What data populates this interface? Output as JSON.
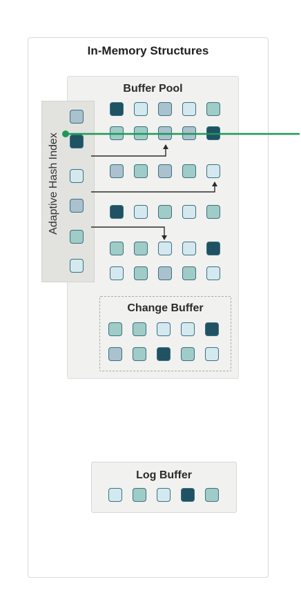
{
  "diagram": {
    "title": "In-Memory Structures",
    "buffer_pool": {
      "label": "Buffer Pool"
    },
    "adaptive_hash_index": {
      "label": "Adaptive Hash Index"
    },
    "change_buffer": {
      "label": "Change Buffer"
    },
    "log_buffer": {
      "label": "Log Buffer"
    }
  },
  "colors": {
    "dark": "#1f5263",
    "mid": "#a9c2cd",
    "teal": "#9fccc6",
    "light": "#d4e9ef",
    "accent_green": "#1a9a55",
    "arrow": "#2b2b2b"
  }
}
